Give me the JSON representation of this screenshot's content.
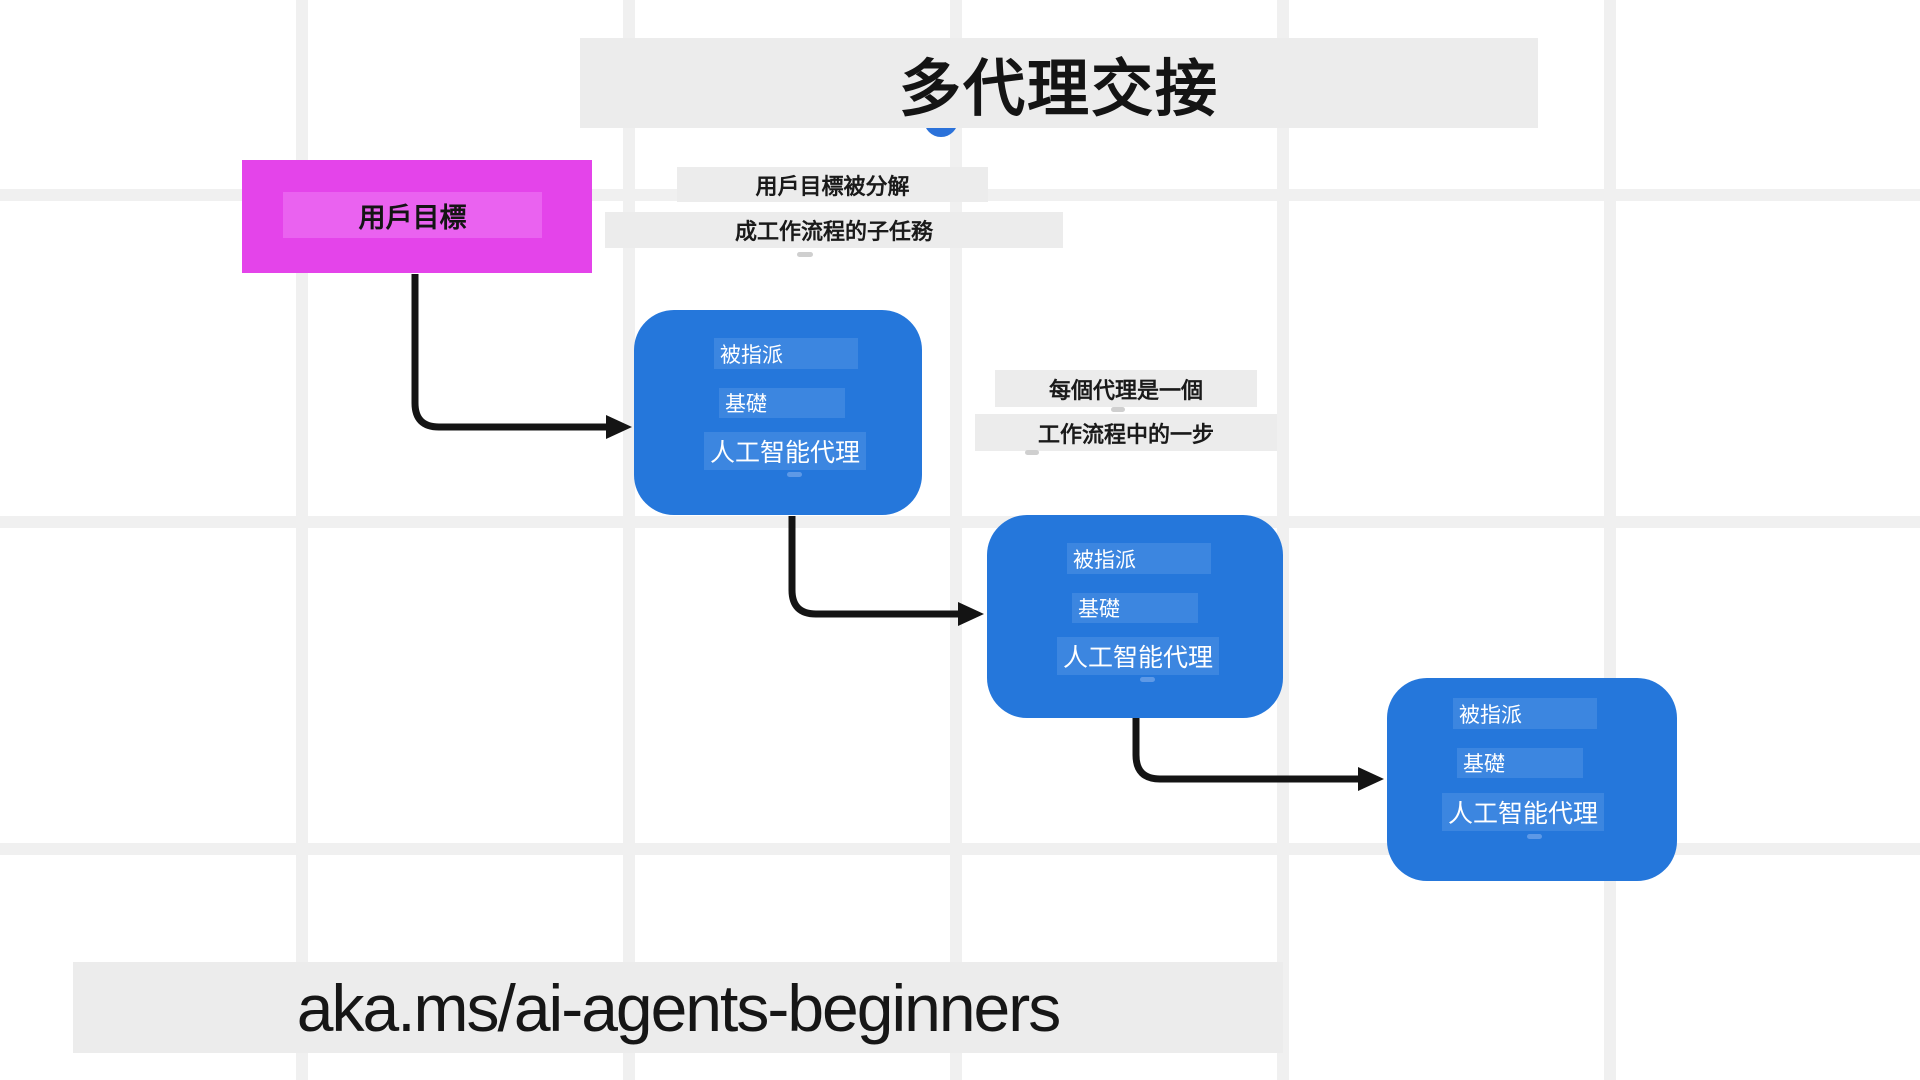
{
  "title": {
    "text": "多代理交接"
  },
  "goal_node": {
    "label": "用戶目標"
  },
  "annotations": {
    "decompose_line1": "用戶目標被分解",
    "decompose_line2": "成工作流程的子任務",
    "step_line1": "每個代理是一個",
    "step_line2": "工作流程中的一步"
  },
  "agent_nodes": [
    {
      "assigned_label": "被指派",
      "base_label": "基礎",
      "name_label": "人工智能代理"
    },
    {
      "assigned_label": "被指派",
      "base_label": "基礎",
      "name_label": "人工智能代理"
    },
    {
      "assigned_label": "被指派",
      "base_label": "基礎",
      "name_label": "人工智能代理"
    }
  ],
  "footer": {
    "link_text": "aka.ms/ai-agents-beginners"
  },
  "colors": {
    "agent_node_blue": "#2577db",
    "agent_highlight_blue": "#3c86e0",
    "goal_magenta": "#e444ea",
    "goal_highlight_magenta": "#ea62f0",
    "panel_gray": "#ececec",
    "grid_gray": "#f0f0f0",
    "arrow_black": "#141414",
    "accent_dot_blue": "#2b72da"
  }
}
